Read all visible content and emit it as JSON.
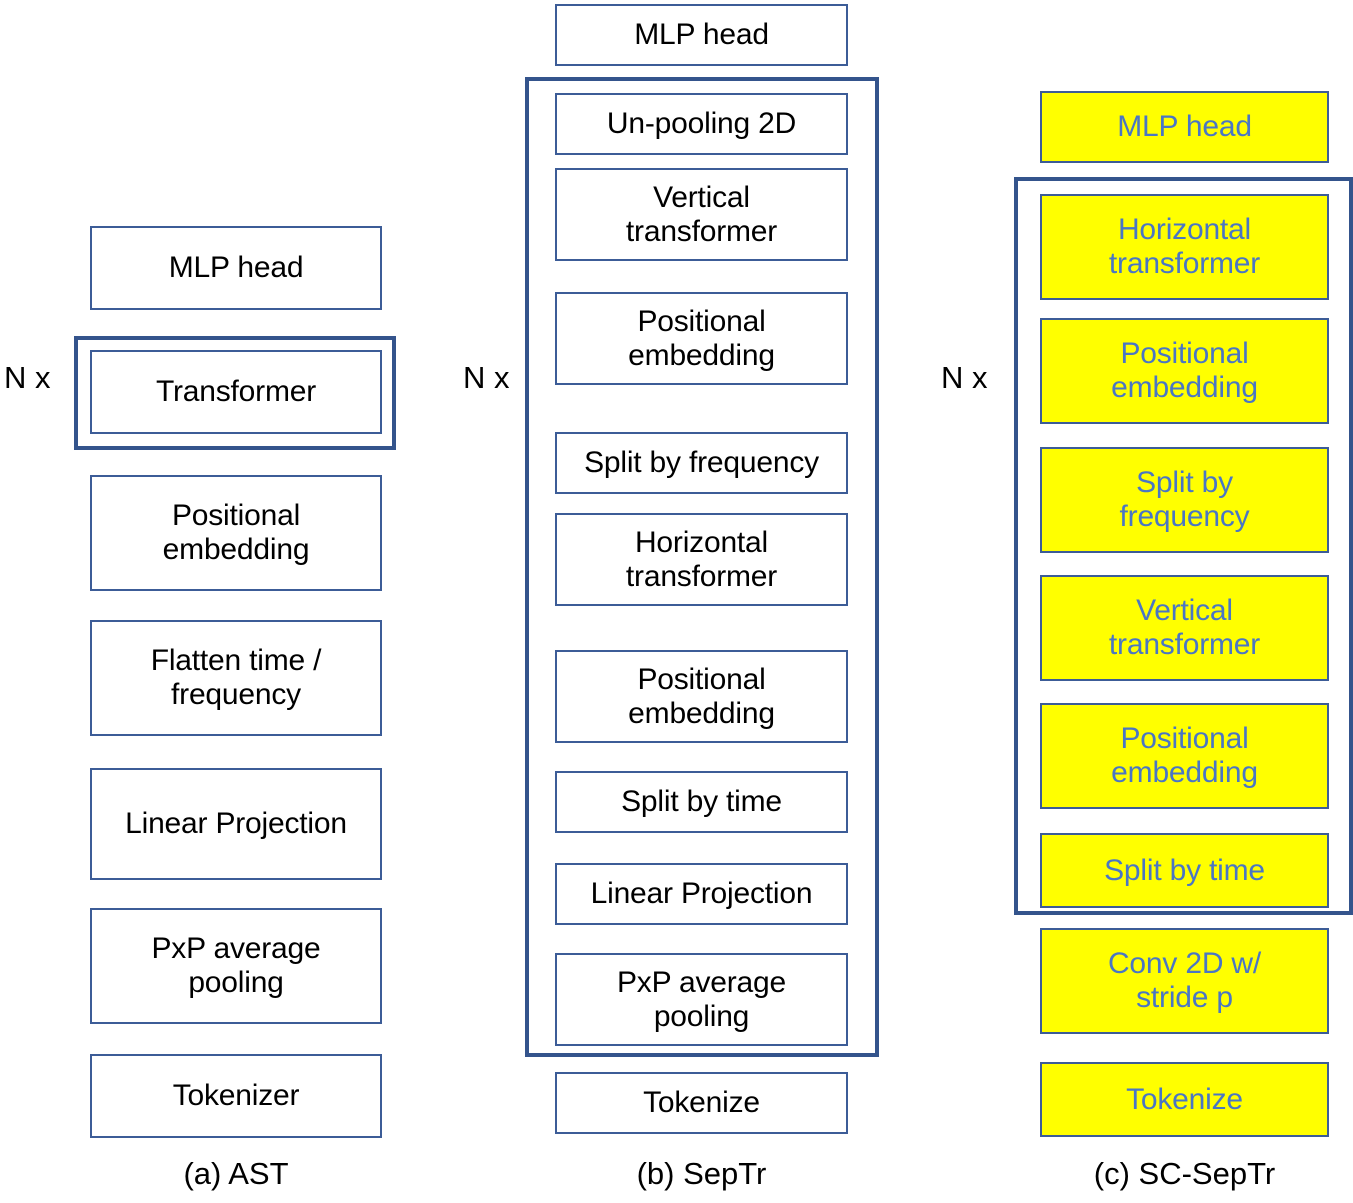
{
  "figure": {
    "type": "diagram",
    "title": "",
    "background_color": "#ffffff",
    "box_border_color": "#3c5c97",
    "group_outline_color": "#34548c",
    "highlight_fill_color": "#ffff00",
    "highlight_text_color": "#4a76c4",
    "default_text_color": "#000000"
  },
  "columns": [
    {
      "id": "ast",
      "caption": "(a) AST",
      "repeat_label": "N x",
      "blocks": [
        {
          "label": "MLP head",
          "highlighted": false,
          "in_group": false
        },
        {
          "label": "Transformer",
          "highlighted": false,
          "in_group": true
        },
        {
          "label": "Positional\nembedding",
          "highlighted": false,
          "in_group": false
        },
        {
          "label": "Flatten time /\nfrequency",
          "highlighted": false,
          "in_group": false
        },
        {
          "label": "Linear Projection",
          "highlighted": false,
          "in_group": false
        },
        {
          "label": "PxP average\npooling",
          "highlighted": false,
          "in_group": false
        },
        {
          "label": "Tokenizer",
          "highlighted": false,
          "in_group": false
        }
      ]
    },
    {
      "id": "septr",
      "caption": "(b) SepTr",
      "repeat_label": "N x",
      "blocks": [
        {
          "label": "MLP head",
          "highlighted": false,
          "in_group": false
        },
        {
          "label": "Un-pooling 2D",
          "highlighted": false,
          "in_group": true
        },
        {
          "label": "Vertical\ntransformer",
          "highlighted": false,
          "in_group": true
        },
        {
          "label": "Positional\nembedding",
          "highlighted": false,
          "in_group": true
        },
        {
          "label": "Split by frequency",
          "highlighted": false,
          "in_group": true
        },
        {
          "label": "Horizontal\ntransformer",
          "highlighted": false,
          "in_group": true
        },
        {
          "label": "Positional\nembedding",
          "highlighted": false,
          "in_group": true
        },
        {
          "label": "Split by time",
          "highlighted": false,
          "in_group": true
        },
        {
          "label": "Linear Projection",
          "highlighted": false,
          "in_group": true
        },
        {
          "label": "PxP average\npooling",
          "highlighted": false,
          "in_group": true
        },
        {
          "label": "Tokenize",
          "highlighted": false,
          "in_group": false
        }
      ]
    },
    {
      "id": "sc-septr",
      "caption": "(c) SC-SepTr",
      "repeat_label": "N x",
      "blocks": [
        {
          "label": "MLP head",
          "highlighted": true,
          "in_group": false
        },
        {
          "label": "Horizontal\ntransformer",
          "highlighted": true,
          "in_group": true
        },
        {
          "label": "Positional\nembedding",
          "highlighted": true,
          "in_group": true
        },
        {
          "label": "Split by\nfrequency",
          "highlighted": true,
          "in_group": true
        },
        {
          "label": "Vertical\ntransformer",
          "highlighted": true,
          "in_group": true
        },
        {
          "label": "Positional\nembedding",
          "highlighted": true,
          "in_group": true
        },
        {
          "label": "Split by time",
          "highlighted": true,
          "in_group": true
        },
        {
          "label": "Conv 2D w/\nstride p",
          "highlighted": true,
          "in_group": false
        },
        {
          "label": "Tokenize",
          "highlighted": true,
          "in_group": false
        }
      ]
    }
  ]
}
